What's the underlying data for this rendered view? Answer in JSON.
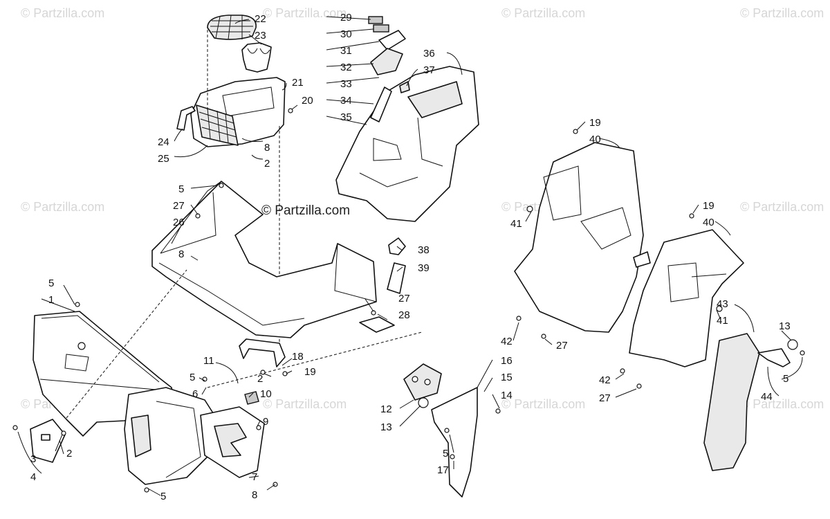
{
  "watermark": "© Partzilla.com",
  "callouts": {
    "c1": "1",
    "c2": "2",
    "c3": "3",
    "c4": "4",
    "c5": "5",
    "c6": "6",
    "c7": "7",
    "c8": "8",
    "c9": "9",
    "c10": "10",
    "c11": "11",
    "c12": "12",
    "c13": "13",
    "c14": "14",
    "c15": "15",
    "c16": "16",
    "c17": "17",
    "c18": "18",
    "c19": "19",
    "c20": "20",
    "c21": "21",
    "c22": "22",
    "c23": "23",
    "c24": "24",
    "c25": "25",
    "c26": "26",
    "c27": "27",
    "c28": "28",
    "c29": "29",
    "c30": "30",
    "c31": "31",
    "c32": "32",
    "c33": "33",
    "c34": "34",
    "c35": "35",
    "c36": "36",
    "c37": "37",
    "c38": "38",
    "c39": "39",
    "c40": "40",
    "c41": "41",
    "c42": "42",
    "c43": "43",
    "c44": "44"
  }
}
